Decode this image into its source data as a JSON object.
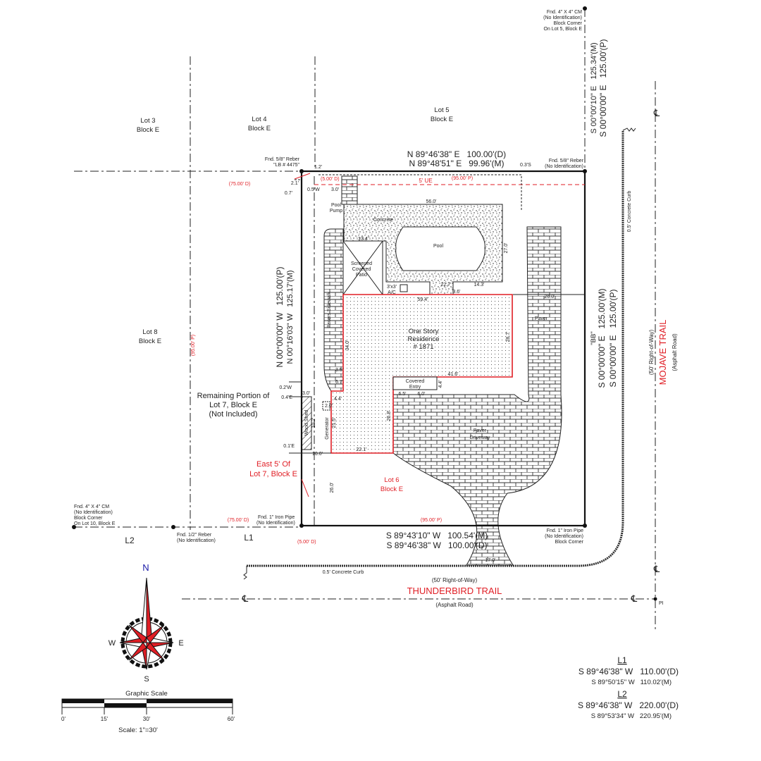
{
  "lots": {
    "lot3": [
      "Lot 3",
      "Block E"
    ],
    "lot4": [
      "Lot 4",
      "Block E"
    ],
    "lot5": [
      "Lot 5",
      "Block E"
    ],
    "lot8": [
      "Lot 8",
      "Block E"
    ],
    "lot6": [
      "Lot 6",
      "Block E"
    ],
    "remaining": [
      "Remaining Portion of",
      "Lot 7, Block E",
      "(Not Included)"
    ],
    "east5": [
      "East 5' Of",
      "Lot 7, Block E"
    ]
  },
  "bearings": {
    "north_d": "N 89°46'38\" E   100.00'(D)",
    "north_m": "N 89°48'51\" E   99.96'(M)",
    "south_m": "S 89°43'10\" W   100.54'(M)",
    "south_d": "S 89°46'38\" W   100.00'(D)",
    "west_p": "N 00°00'00\" W   125.00'(P)",
    "west_m": "N 00°16'03\" W   125.17'(M)",
    "east_bb": "\"BB\"",
    "east_m": "S 00°00'00\" E   125.00'(M)",
    "east_p": "S 00°00'00\" E   125.00'(P)",
    "ne_m": "S 00°00'10\" E   125.34'(M)",
    "ne_p": "S 00°00'00\" E   125.00'(P)"
  },
  "roads": {
    "mojave": {
      "row": "(50' Right-of-Way)",
      "name": "MOJAVE TRAIL",
      "surface": "(Asphalt Road)"
    },
    "thunderbird": {
      "row": "(50' Right-of-Way)",
      "name": "THUNDERBIRD TRAIL",
      "surface": "(Asphalt Road)"
    },
    "curb_south": "0.5' Concrete Curb",
    "curb_east": "0.5' Concrete Curb",
    "centerline_symbol": "℄",
    "pi": "PI"
  },
  "monuments": {
    "ne_cm": [
      "Fnd. 4\" X 4\" CM",
      "(No Identification)",
      "Block Corner",
      "On Lot 5, Block E"
    ],
    "ne_rebar": [
      "Fnd. 5/8\" Reber",
      "(No Identification)"
    ],
    "nw_rebar": [
      "Fnd. 5/8\" Reber",
      "\"LB # 4475\""
    ],
    "sw_cm": [
      "Fnd. 4\" X 4\" CM",
      "(No Identification)",
      "Block Corner",
      "On Lot 10, Block E"
    ],
    "half_rebar": [
      "Fnd. 1/2\" Reber",
      "(No Identification)"
    ],
    "sw_pipe": [
      "Fnd. 1\" Iron Pipe",
      "(No Identification)"
    ],
    "se_pipe": [
      "Fnd. 1\" Iron Pipe",
      "(No Identification)",
      "Block Corner"
    ]
  },
  "red_dims": {
    "top_75": "(75.00' D)",
    "top_5": "(5.00' D)",
    "top_95": "(95.00' P)",
    "ue": "5' UE",
    "bot_75": "(75.00' D)",
    "bot_5": "(5.00' D)",
    "bot_95": "(95.00' P)",
    "lot8_95": "(95.00' P)"
  },
  "features": {
    "pool": "Pool",
    "concrete": "Concrete",
    "pool_pump": [
      "Pool",
      "Pump"
    ],
    "patio": [
      "Screened",
      "Covered",
      "Patio"
    ],
    "ac": [
      "3'x3'",
      "A/C"
    ],
    "residence": [
      "One Story",
      "Residence",
      "# 1871"
    ],
    "covered_entry": [
      "Covered",
      "Entry"
    ],
    "paver": "Paver",
    "paver_driveway": [
      "Paver",
      "Driveway"
    ],
    "pavers_sidewalk": "Pavers Sidewalk",
    "generator": "Generator",
    "wood_shed": "Wood Shed"
  },
  "dims": {
    "d1_2": "1.2'",
    "d0_3s": "0.3'S",
    "d2_1": "2.1'",
    "d0_5w": "0.5'W",
    "d0_7": "0.7'",
    "d3_0a": "3.0'",
    "d56": "56.0'",
    "d13_4": "13.4'",
    "d27": "27.0'",
    "d22_7": "22.7'",
    "d14_3": "14.3'",
    "d3_6": "3.6'",
    "d59_4": "59.4'",
    "d34": "34.0'",
    "d28_7": "28.7'",
    "d41_6": "41.6'",
    "d6_5": "6.5'",
    "d6_0": "6.0'",
    "d4_4a": "4.4'",
    "d26a": "26.0'",
    "d26_8": "26.8'",
    "d22_1": "22.1'",
    "d21_5": "21.5'",
    "d2_0": "2.0'",
    "d4_4b": "4.4'",
    "d3_5": "3.5'",
    "d6_7": "6.7'",
    "d0_2w": "0.2'W",
    "d0_4e": "0.4'E",
    "d3_0b": "3.0'",
    "d10_2": "10.2'",
    "d0_1e": "0.1'E",
    "d10_0": "10.0'",
    "d26b": "26.0'",
    "d17": "17.0'"
  },
  "line_refs": {
    "l1": "L1",
    "l2": "L2"
  },
  "compass": {
    "n": "N",
    "s": "S",
    "e": "E",
    "w": "W"
  },
  "scale": {
    "title": "Graphic Scale",
    "ticks": [
      "0'",
      "15'",
      "30'",
      "60'"
    ],
    "note": "Scale: 1\"=30'"
  },
  "line_table": {
    "l1": {
      "label": "L1",
      "d": "S 89°46'38\" W   110.00'(D)",
      "m": "S 89°50'15\" W   110.02'(M)"
    },
    "l2": {
      "label": "L2",
      "d": "S 89°46'38\" W   220.00'(D)",
      "m": "S 89°53'34\" W   220.95'(M)"
    }
  },
  "colors": {
    "red": "#e01e25",
    "north": "#1a1aa8"
  }
}
